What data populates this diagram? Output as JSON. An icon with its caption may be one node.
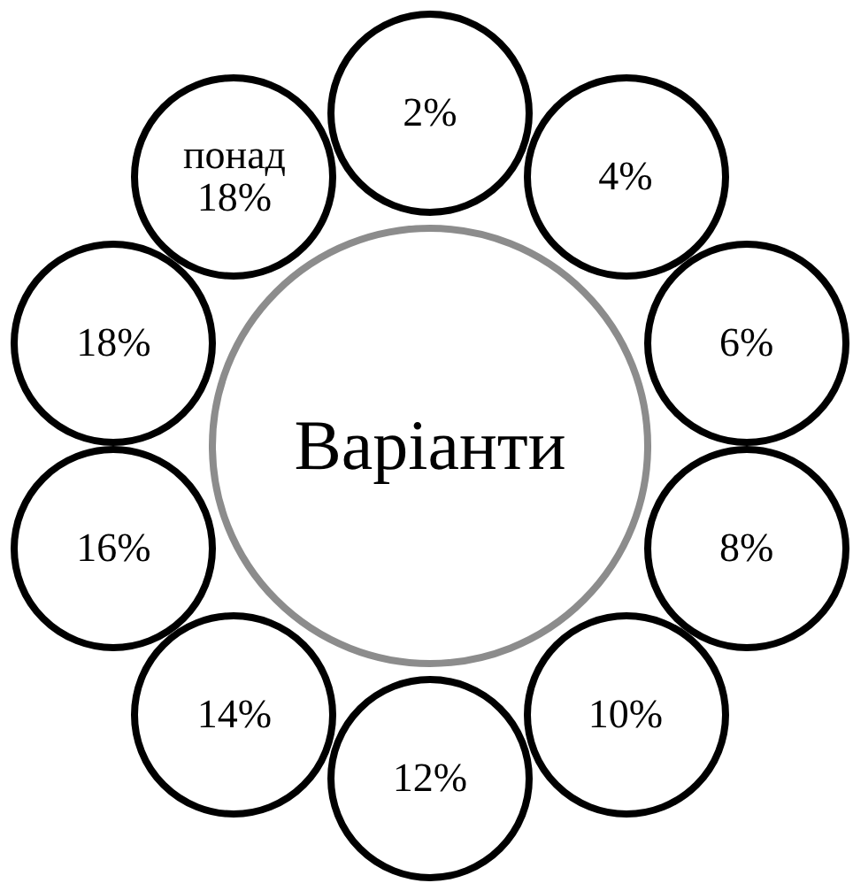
{
  "diagram": {
    "nodes": [
      {
        "text": [
          "Варіанти"
        ]
      },
      {
        "text": [
          "2%"
        ]
      },
      {
        "text": [
          "4%"
        ]
      },
      {
        "text": [
          "6%"
        ]
      },
      {
        "text": [
          "8%"
        ]
      },
      {
        "text": [
          "10%"
        ]
      },
      {
        "text": [
          "12%"
        ]
      },
      {
        "text": [
          "14%"
        ]
      },
      {
        "text": [
          "16%"
        ]
      },
      {
        "text": [
          "18%"
        ]
      },
      {
        "text": [
          "понад 18%"
        ]
      }
    ],
    "edges": []
  }
}
